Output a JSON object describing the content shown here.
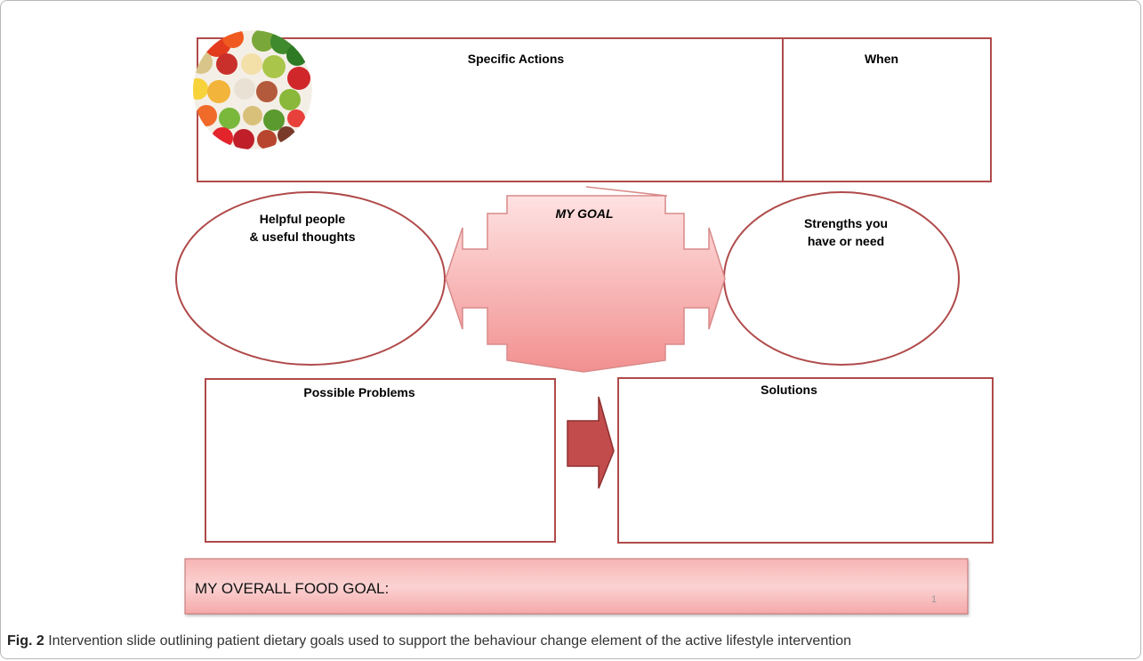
{
  "boxes": {
    "specific_actions": "Specific Actions",
    "when": "When",
    "helpful_people_line1": "Helpful people",
    "helpful_people_line2": "& useful thoughts",
    "my_goal": "MY GOAL",
    "strengths_line1": "Strengths you",
    "strengths_line2": "have or need",
    "possible_problems": "Possible Problems",
    "solutions": "Solutions"
  },
  "overall_goal": {
    "label": "MY OVERALL FOOD GOAL:",
    "slide_number": "1"
  },
  "caption": {
    "prefix": "Fig. 2",
    "text": "Intervention slide outlining patient dietary goals used to support the behaviour change element of the active lifestyle intervention"
  },
  "colors": {
    "outline": "#b04a4a",
    "goal_fill_top": "#ffe3e3",
    "goal_fill_bottom": "#f08e8e",
    "arrow_fill": "#c24c4c",
    "overall_fill": "#f4a4a4"
  }
}
